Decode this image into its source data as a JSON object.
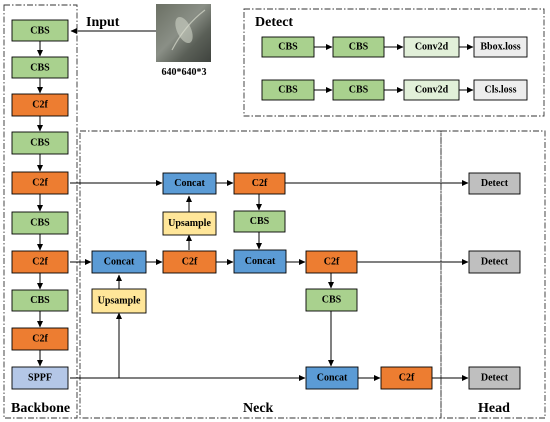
{
  "colors": {
    "CBS": "#a9d18e",
    "C2f": "#ed7d31",
    "SPPF": "#b4c7e7",
    "Concat": "#5b9bd5",
    "Upsample": "#ffe699",
    "Conv2d": "#e2f0d9",
    "Loss": "#ededed",
    "Detect": "#bfbfbf"
  },
  "sections": {
    "input": "Input",
    "detect": "Detect",
    "backbone": "Backbone",
    "neck": "Neck",
    "head": "Head"
  },
  "input_image": {
    "caption": "640*640*3"
  },
  "backbone": [
    {
      "type": "CBS",
      "label": "CBS"
    },
    {
      "type": "CBS",
      "label": "CBS"
    },
    {
      "type": "C2f",
      "label": "C2f"
    },
    {
      "type": "CBS",
      "label": "CBS"
    },
    {
      "type": "C2f",
      "label": "C2f"
    },
    {
      "type": "CBS",
      "label": "CBS"
    },
    {
      "type": "C2f",
      "label": "C2f"
    },
    {
      "type": "CBS",
      "label": "CBS"
    },
    {
      "type": "C2f",
      "label": "C2f"
    },
    {
      "type": "SPPF",
      "label": "SPPF"
    }
  ],
  "detect_head": [
    [
      {
        "type": "CBS",
        "label": "CBS"
      },
      {
        "type": "CBS",
        "label": "CBS"
      },
      {
        "type": "Conv2d",
        "label": "Conv2d"
      },
      {
        "type": "Loss",
        "label": "Bbox.loss"
      }
    ],
    [
      {
        "type": "CBS",
        "label": "CBS"
      },
      {
        "type": "CBS",
        "label": "CBS"
      },
      {
        "type": "Conv2d",
        "label": "Conv2d"
      },
      {
        "type": "Loss",
        "label": "Cls.loss"
      }
    ]
  ],
  "neck": {
    "top_concat": "Concat",
    "top_c2f": "C2f",
    "upsample_top": "Upsample",
    "cbs_under_top": "CBS",
    "mid_concat_left": "Concat",
    "mid_c2f": "C2f",
    "mid_concat_right": "Concat",
    "mid_c2f_right": "C2f",
    "upsample_low": "Upsample",
    "cbs_low": "CBS",
    "bottom_concat": "Concat",
    "bottom_c2f": "C2f"
  },
  "head": [
    "Detect",
    "Detect",
    "Detect"
  ]
}
